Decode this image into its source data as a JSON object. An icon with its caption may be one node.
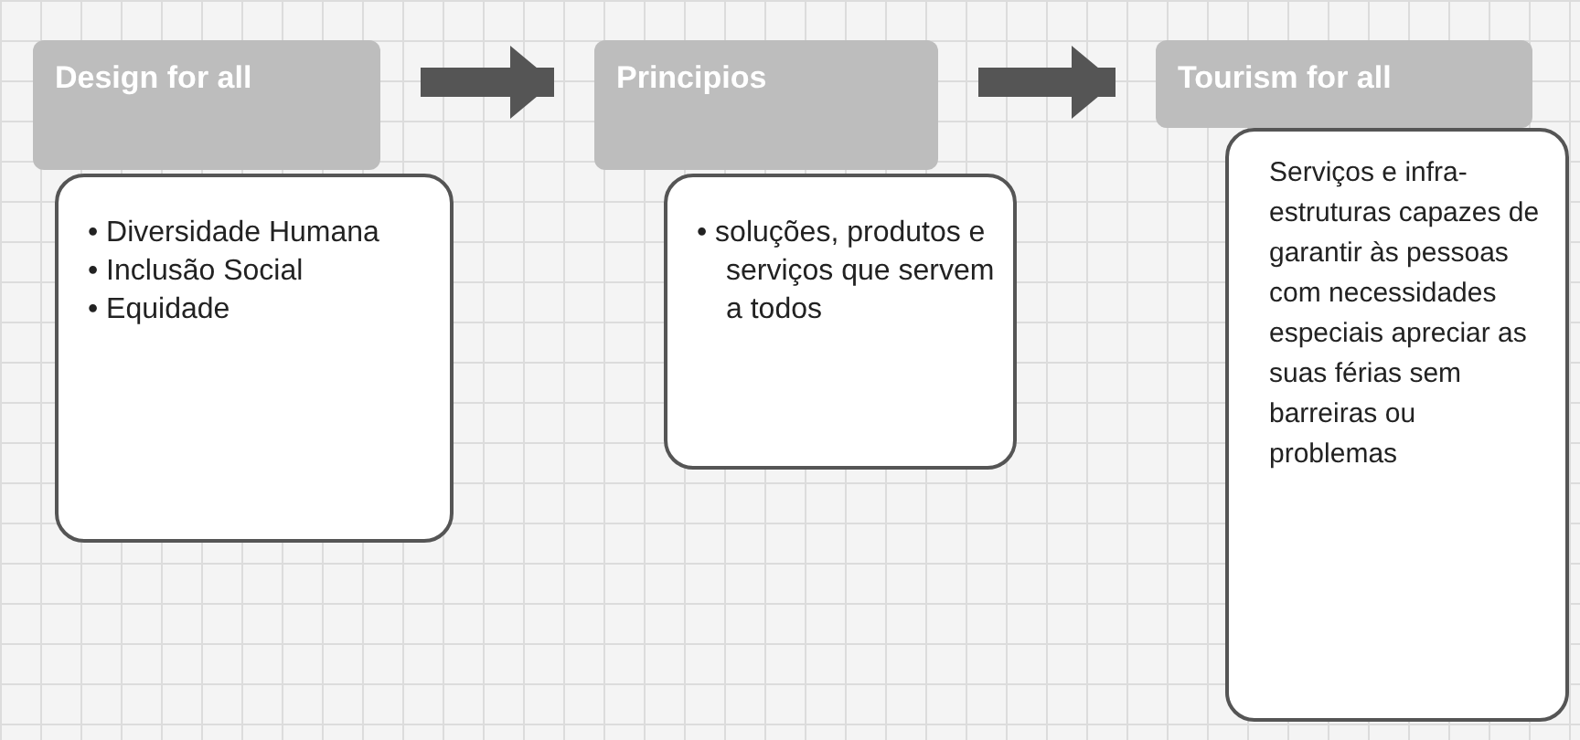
{
  "diagram": {
    "nodes": [
      {
        "text": [
          "Design for all"
        ]
      },
      {
        "text": [
          "• Diversidade Humana",
          "• Inclusão Social",
          "• Equidade"
        ]
      },
      {
        "text": [
          "Principios"
        ]
      },
      {
        "text": [
          "• soluções, produtos e serviços que servem a todos"
        ]
      },
      {
        "text": [
          "Tourism for all"
        ]
      },
      {
        "text": [
          "Serviços e infra-estruturas capazes de garantir às pessoas com necessidades especiais apreciar as suas férias sem barreiras ou problemas"
        ]
      }
    ],
    "edges": [
      {
        "from": 0,
        "to": 2,
        "arrow": "to"
      },
      {
        "from": 2,
        "to": 4,
        "arrow": "to"
      }
    ]
  }
}
